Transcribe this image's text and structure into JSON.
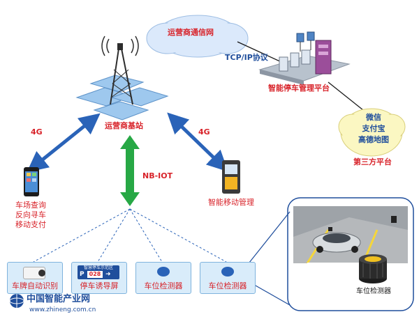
{
  "nodes": {
    "carrier_network": "运营商通信网",
    "tcp_ip": "TCP/IP协议",
    "platform": "智能停车管理平台",
    "base_station": "运营商基站",
    "third_party": {
      "lines": [
        "微信",
        "支付宝",
        "高德地图"
      ],
      "label": "第三方平台"
    },
    "link_4g_left": "4G",
    "link_4g_right": "4G",
    "link_nbiot": "NB-IOT",
    "phone_features": [
      "车场查询",
      "反向寻车",
      "移动支付"
    ],
    "handheld": "智能移动管理",
    "devices": [
      "车牌自动识别",
      "停车诱导屏",
      "车位检测器",
      "车位检测器"
    ],
    "guide_screen": {
      "title": "智慧停车示范区",
      "letter": "P",
      "count": "028"
    },
    "detector_photo_label": "车位检测器"
  },
  "watermark": {
    "title": "中国智能产业网",
    "url": "www.zhineng.com.cn"
  },
  "colors": {
    "blue_arrow": "#2a63b8",
    "green_arrow": "#27a845",
    "cloud": "#dbe9fb",
    "third_party_cloud": "#fbf7c2",
    "label_red": "#d8232a",
    "label_blue": "#1f4e9c"
  }
}
